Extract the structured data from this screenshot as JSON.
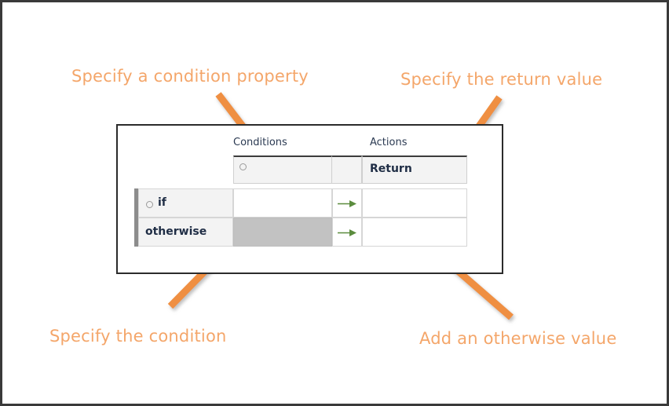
{
  "figure": {
    "border_color": "#3a3a3a",
    "background": "#ffffff"
  },
  "annotations": {
    "accent_color": "#f4a66a",
    "items": [
      {
        "id": "condition-property",
        "text": "Specify a condition property",
        "points_to": "header-condition-cell"
      },
      {
        "id": "return-value",
        "text": "Specify the return value",
        "points_to": "action-cell-if"
      },
      {
        "id": "condition",
        "text": "Specify the condition",
        "points_to": "cond-cell-if"
      },
      {
        "id": "otherwise-value",
        "text": "Add an otherwise value",
        "points_to": "action-cell-otherwise"
      }
    ]
  },
  "decision_table": {
    "column_groups": [
      {
        "id": "conditions",
        "label": "Conditions"
      },
      {
        "id": "actions",
        "label": "Actions"
      }
    ],
    "header_row": {
      "condition_property": {
        "value": "",
        "bullet_icon": "circle-bullet-icon",
        "background": "#f3f3f3"
      },
      "arrow_spacer": {
        "value": ""
      },
      "action_property": {
        "value": "Return",
        "background": "#f3f3f3"
      }
    },
    "rows": [
      {
        "id": "if",
        "label": "if",
        "has_bullet": true,
        "condition_value": "",
        "condition_background": "#ffffff",
        "arrow_icon": "arrow-right-icon",
        "action_value": ""
      },
      {
        "id": "otherwise",
        "label": "otherwise",
        "has_bullet": false,
        "condition_value": "",
        "condition_background": "#c2c2c2",
        "arrow_icon": "arrow-right-icon",
        "action_value": ""
      }
    ],
    "arrow_color": "#5b8c3e",
    "text_color": "#1f2d45"
  }
}
